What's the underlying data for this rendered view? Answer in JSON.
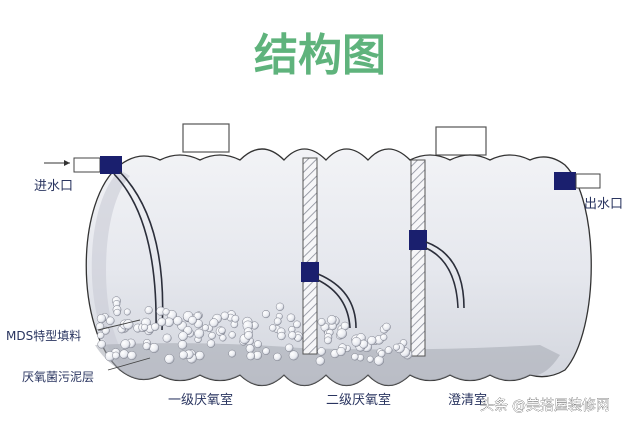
{
  "title": "结构图",
  "labels": {
    "inlet": "进水口",
    "outlet": "出水口",
    "filler": "MDS特型填料",
    "sludge": "厌氧菌污泥层",
    "chamber1": "一级厌氧室",
    "chamber2": "二级厌氧室",
    "clarifier": "澄清室"
  },
  "watermark": {
    "source": "头条",
    "handle": "@美搭屋装修网"
  },
  "colors": {
    "title": "#5fb37c",
    "tank_fill": "#e4e6ec",
    "connector": "#1a1f6e",
    "label": "#2a3560",
    "ball": "#f4f5f8"
  }
}
